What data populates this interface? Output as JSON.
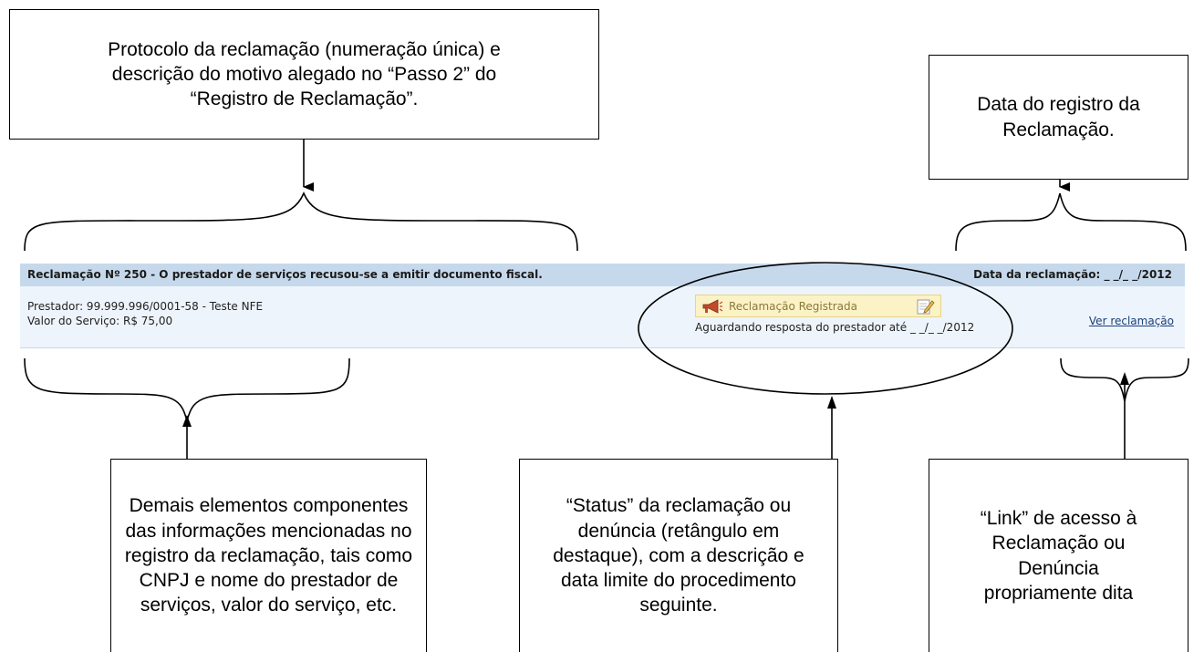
{
  "callouts": {
    "protocol": "Protocolo da reclamação (numeração única) e\ndescrição do motivo alegado no “Passo 2” do\n“Registro de Reclamação”.",
    "date": "Data do registro da\nReclamação.",
    "details": "Demais elementos componentes\ndas informações mencionadas no\nregistro da reclamação, tais como\nCNPJ e nome do prestador de\nserviços, valor do serviço, etc.",
    "status": "“Status” da reclamação ou\ndenúncia (retângulo em\ndestaque), com a descrição e\ndata limite do procedimento\nseguinte.",
    "link": "“Link” de acesso à\nReclamação ou\nDenúncia\npropriamente dita"
  },
  "complaint": {
    "title": "Reclamação Nº 250 - O prestador de serviços recusou-se a emitir documento fiscal.",
    "date_label": "Data da reclamação: _ _/_ _/2012",
    "provider": "Prestador: 99.999.996/0001-58 - Teste NFE",
    "value": "Valor do Serviço: R$ 75,00",
    "status_label": "Reclamação Registrada",
    "status_note": "Aguardando resposta do prestador até _ _/_ _/2012",
    "link_label": "Ver reclamação"
  },
  "icons": {
    "megaphone": "megaphone-icon",
    "edit": "edit-note-icon"
  }
}
